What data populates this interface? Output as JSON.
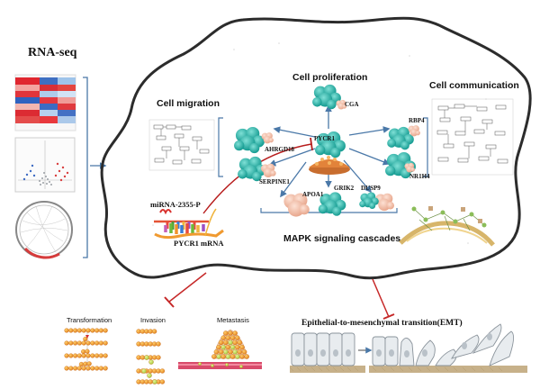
{
  "rna_seq_title": "RNA-seq",
  "processes": {
    "migration": "Cell migration",
    "proliferation": "Cell proliferation",
    "communication": "Cell communication"
  },
  "genes": {
    "center": "PYCR1",
    "cga": "CGA",
    "rbp4": "RBP4",
    "ahrgd": "AHRGD18",
    "nr1h4": "NR1H4",
    "serpine1": "SERPINE1",
    "apoa1": "APOA1",
    "grik2": "GRIK2",
    "dusp9": "DUSP9"
  },
  "mirna_label": "miRNA-2355-P",
  "mrna_label": "PYCR1 mRNA",
  "pathway_label": "MAPK signaling cascades",
  "outcomes": {
    "transformation": "Transformation",
    "invasion": "Invasion",
    "metastasis": "Metastasis",
    "emt": "Epithelial-to-mesenchymal transition(EMT)"
  },
  "colors": {
    "protein": "#1fb1a6",
    "protein_pale": "#f2c6b4",
    "inhibition": "#c0392b",
    "arrow": "#4a78a8",
    "tumor_cell": "#f4a23a"
  }
}
